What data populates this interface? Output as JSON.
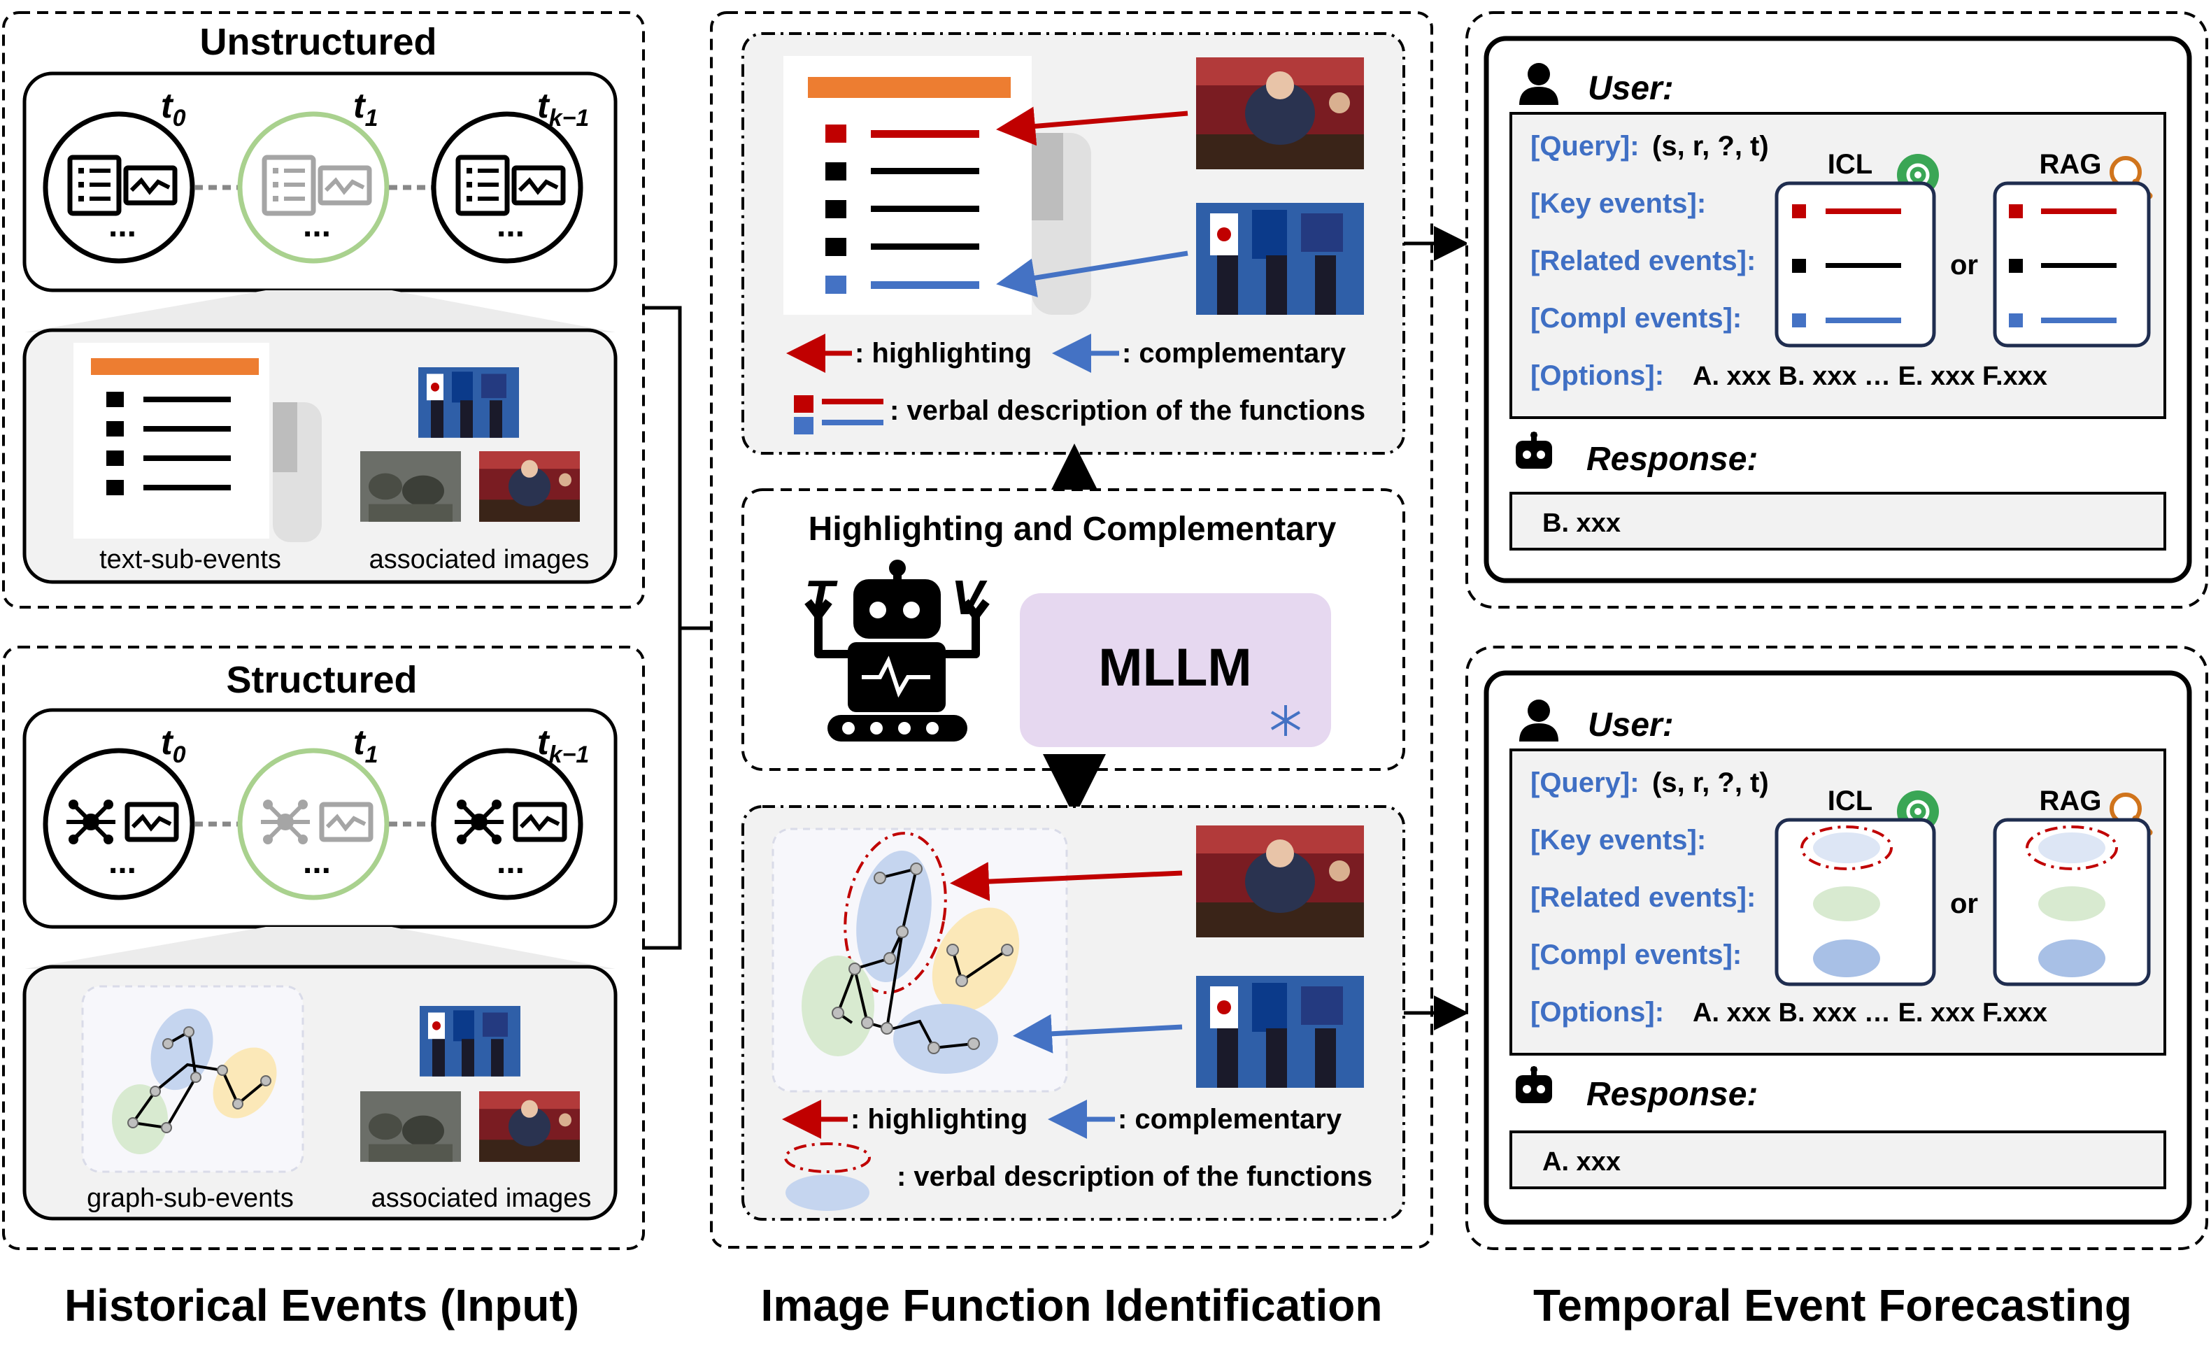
{
  "sections": {
    "input": {
      "caption": "Historical Events (Input)",
      "unstructured": {
        "title": "Unstructured",
        "times": [
          "t",
          "0",
          "t",
          "1",
          "t",
          "k−1"
        ],
        "dots": "...",
        "text_caption": "text-sub-events",
        "images_caption": "associated images"
      },
      "structured": {
        "title": "Structured",
        "times": [
          "t",
          "0",
          "t",
          "1",
          "t",
          "k−1"
        ],
        "dots": "...",
        "graph_caption": "graph-sub-events",
        "images_caption": "associated images"
      }
    },
    "identify": {
      "caption": "Image Function Identification",
      "module_title": "Highlighting and  Complementary",
      "model_label": "MLLM",
      "robot_letters": [
        "T",
        "V"
      ],
      "legend_top": {
        "highlight": ": highlighting",
        "complement": ": complementary",
        "verbal": ": verbal description of the functions"
      },
      "legend_bottom": {
        "highlight": ": highlighting",
        "complement": ": complementary",
        "verbal": ": verbal description of the functions"
      }
    },
    "forecast": {
      "caption": "Temporal Event Forecasting",
      "top": {
        "user_label": "User:",
        "query_key": "[Query]:",
        "query_val": "(s, r, ?, t)",
        "key_events": "[Key events]:",
        "related_events": "[Related events]:",
        "compl_events": "[Compl events]:",
        "options_key": "[Options]:",
        "options_val": "A. xxx  B. xxx  …  E. xxx  F.xxx",
        "icl": "ICL",
        "rag": "RAG",
        "or": "or",
        "response_label": "Response:",
        "response_val": "B. xxx"
      },
      "bottom": {
        "user_label": "User:",
        "query_key": "[Query]:",
        "query_val": "(s, r, ?, t)",
        "key_events": "[Key events]:",
        "related_events": "[Related events]:",
        "compl_events": "[Compl events]:",
        "options_key": "[Options]:",
        "options_val": "A. xxx  B. xxx  …  E. xxx  F.xxx",
        "icl": "ICL",
        "rag": "RAG",
        "or": "or",
        "response_label": "Response:",
        "response_val": "A. xxx"
      }
    }
  },
  "colors": {
    "highlight": "#c00000",
    "complement": "#4472c4",
    "accent": "#ed7d31",
    "mllm_fill": "#e6d8f0",
    "faded": "#a9d18e",
    "panel": "#f2f2f2"
  }
}
